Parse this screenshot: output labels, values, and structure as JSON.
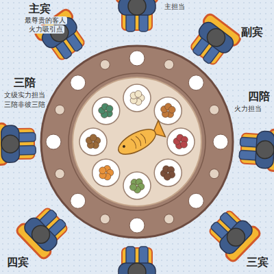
{
  "diagram": {
    "labels": [
      "主宾",
      "最尊贵的客人",
      "火力吸引点",
      "主担当",
      "副宾",
      "三陪",
      "文级实力担当",
      "三陪非彼三陪",
      "四陪",
      "火力担当",
      "四宾",
      "三宾"
    ]
  }
}
